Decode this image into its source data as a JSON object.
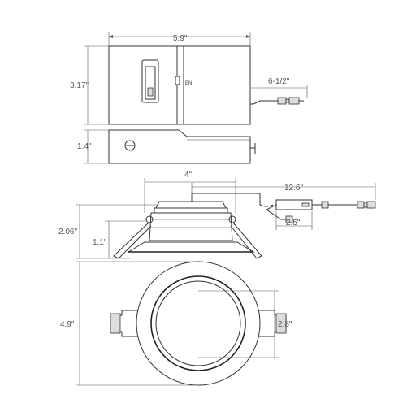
{
  "dimensions": {
    "box_width": "5.9\"",
    "box_height": "3.17\"",
    "box_depth": "1.4\"",
    "lead_length": "6-1/2\"",
    "trim_depth": "4\"",
    "cable_length": "12.6\"",
    "overall_height": "2.06\"",
    "reflector_height": "1.1\"",
    "driver_length": "2.5\"",
    "outer_diameter": "4.9\"",
    "inner_diameter": "2.8\""
  },
  "labels": {
    "switch_text": "EN"
  }
}
